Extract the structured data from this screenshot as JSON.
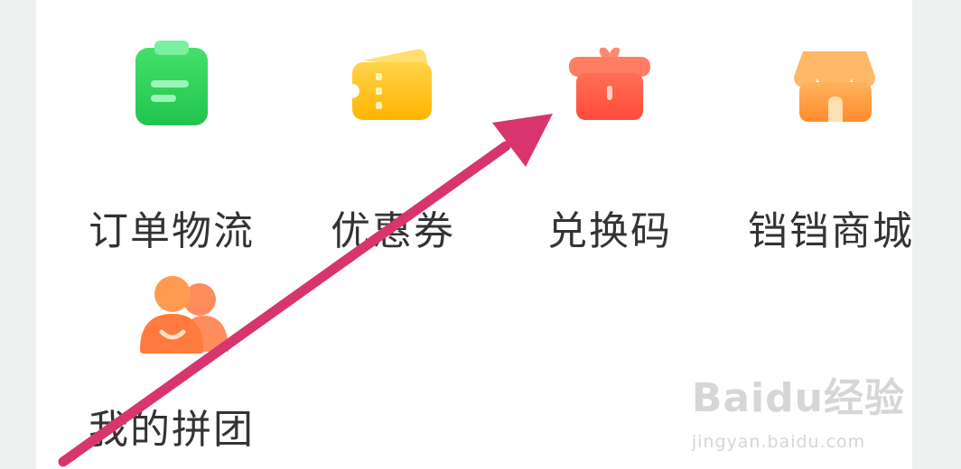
{
  "menu": {
    "items": [
      {
        "label": "订单物流",
        "icon": "clipboard-icon"
      },
      {
        "label": "优惠券",
        "icon": "ticket-icon"
      },
      {
        "label": "兑换码",
        "icon": "gift-box-icon"
      },
      {
        "label": "铛铛商城",
        "icon": "store-icon"
      },
      {
        "label": "我的拼团",
        "icon": "group-buy-icon"
      }
    ]
  },
  "annotation": {
    "type": "arrow",
    "color": "#d8356f"
  },
  "colors": {
    "green": "#2fd65d",
    "yellow": "#ffc21a",
    "red": "#ff5a45",
    "orange": "#ff9a40",
    "group": "#ff7a3c"
  },
  "watermark": {
    "logo": "Baidu经验",
    "url": "jingyan.baidu.com"
  }
}
